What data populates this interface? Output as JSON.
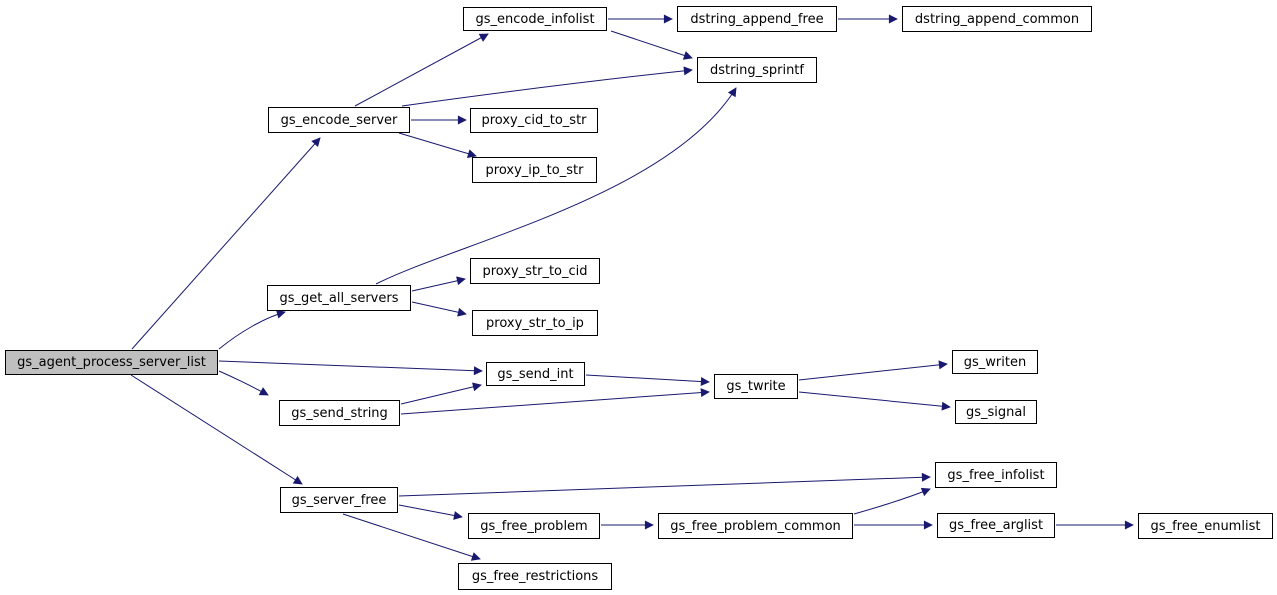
{
  "diagram": {
    "type": "call-graph",
    "root_id": "gs_agent_process_server_list",
    "colors": {
      "background": "#ffffff",
      "edge": "#191970",
      "node_border": "#000000",
      "node_fill": "#ffffff",
      "root_node_fill": "#bfbfbf",
      "text": "#000000"
    },
    "nodes": [
      {
        "id": "gs_agent_process_server_list",
        "label": "gs_agent_process_server_list"
      },
      {
        "id": "gs_encode_infolist",
        "label": "gs_encode_infolist"
      },
      {
        "id": "dstring_append_free",
        "label": "dstring_append_free"
      },
      {
        "id": "dstring_append_common",
        "label": "dstring_append_common"
      },
      {
        "id": "dstring_sprintf",
        "label": "dstring_sprintf"
      },
      {
        "id": "gs_encode_server",
        "label": "gs_encode_server"
      },
      {
        "id": "proxy_cid_to_str",
        "label": "proxy_cid_to_str"
      },
      {
        "id": "proxy_ip_to_str",
        "label": "proxy_ip_to_str"
      },
      {
        "id": "proxy_str_to_cid",
        "label": "proxy_str_to_cid"
      },
      {
        "id": "gs_get_all_servers",
        "label": "gs_get_all_servers"
      },
      {
        "id": "proxy_str_to_ip",
        "label": "proxy_str_to_ip"
      },
      {
        "id": "gs_send_int",
        "label": "gs_send_int"
      },
      {
        "id": "gs_send_string",
        "label": "gs_send_string"
      },
      {
        "id": "gs_twrite",
        "label": "gs_twrite"
      },
      {
        "id": "gs_writen",
        "label": "gs_writen"
      },
      {
        "id": "gs_signal",
        "label": "gs_signal"
      },
      {
        "id": "gs_server_free",
        "label": "gs_server_free"
      },
      {
        "id": "gs_free_infolist",
        "label": "gs_free_infolist"
      },
      {
        "id": "gs_free_problem",
        "label": "gs_free_problem"
      },
      {
        "id": "gs_free_problem_common",
        "label": "gs_free_problem_common"
      },
      {
        "id": "gs_free_arglist",
        "label": "gs_free_arglist"
      },
      {
        "id": "gs_free_enumlist",
        "label": "gs_free_enumlist"
      },
      {
        "id": "gs_free_restrictions",
        "label": "gs_free_restrictions"
      }
    ],
    "edges": [
      {
        "from": "gs_agent_process_server_list",
        "to": "gs_encode_server"
      },
      {
        "from": "gs_agent_process_server_list",
        "to": "gs_get_all_servers"
      },
      {
        "from": "gs_agent_process_server_list",
        "to": "gs_send_int"
      },
      {
        "from": "gs_agent_process_server_list",
        "to": "gs_send_string"
      },
      {
        "from": "gs_agent_process_server_list",
        "to": "gs_server_free"
      },
      {
        "from": "gs_encode_server",
        "to": "gs_encode_infolist"
      },
      {
        "from": "gs_encode_server",
        "to": "dstring_sprintf"
      },
      {
        "from": "gs_encode_server",
        "to": "proxy_cid_to_str"
      },
      {
        "from": "gs_encode_server",
        "to": "proxy_ip_to_str"
      },
      {
        "from": "gs_encode_infolist",
        "to": "dstring_append_free"
      },
      {
        "from": "gs_encode_infolist",
        "to": "dstring_sprintf"
      },
      {
        "from": "dstring_append_free",
        "to": "dstring_append_common"
      },
      {
        "from": "gs_get_all_servers",
        "to": "dstring_sprintf"
      },
      {
        "from": "gs_get_all_servers",
        "to": "proxy_str_to_cid"
      },
      {
        "from": "gs_get_all_servers",
        "to": "proxy_str_to_ip"
      },
      {
        "from": "gs_send_string",
        "to": "gs_send_int"
      },
      {
        "from": "gs_send_string",
        "to": "gs_twrite"
      },
      {
        "from": "gs_send_int",
        "to": "gs_twrite"
      },
      {
        "from": "gs_twrite",
        "to": "gs_writen"
      },
      {
        "from": "gs_twrite",
        "to": "gs_signal"
      },
      {
        "from": "gs_server_free",
        "to": "gs_free_infolist"
      },
      {
        "from": "gs_server_free",
        "to": "gs_free_problem"
      },
      {
        "from": "gs_server_free",
        "to": "gs_free_restrictions"
      },
      {
        "from": "gs_free_problem",
        "to": "gs_free_problem_common"
      },
      {
        "from": "gs_free_problem_common",
        "to": "gs_free_infolist"
      },
      {
        "from": "gs_free_problem_common",
        "to": "gs_free_arglist"
      },
      {
        "from": "gs_free_arglist",
        "to": "gs_free_enumlist"
      }
    ]
  }
}
